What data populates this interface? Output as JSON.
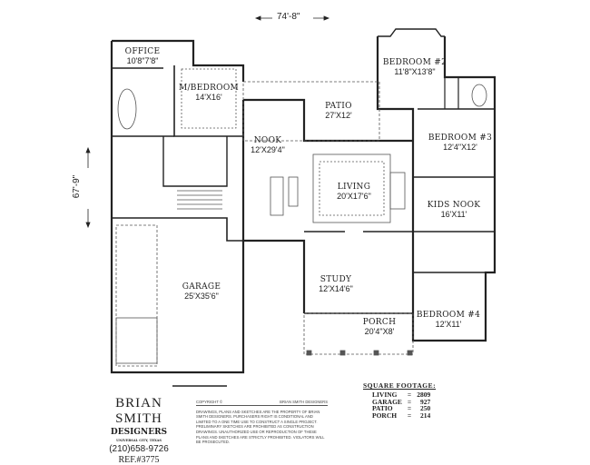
{
  "dimensions": {
    "width": "74'-8\"",
    "depth": "67'-9\""
  },
  "rooms": {
    "office": {
      "name": "OFFICE",
      "size": "10'8\"7'8\""
    },
    "master_bedroom": {
      "name": "M/BEDROOM",
      "size": "14'X16'"
    },
    "patio": {
      "name": "PATIO",
      "size": "27'X12'"
    },
    "bedroom2": {
      "name": "BEDROOM #2",
      "size": "11'8\"X13'8\""
    },
    "bedroom3": {
      "name": "BEDROOM #3",
      "size": "12'4\"X12'"
    },
    "nook": {
      "name": "NOOK",
      "size": "12'X29'4\""
    },
    "living": {
      "name": "LIVING",
      "size": "20'X17'6\""
    },
    "kids_nook": {
      "name": "KIDS NOOK",
      "size": "16'X11'"
    },
    "garage": {
      "name": "GARAGE",
      "size": "25'X35'6\""
    },
    "study": {
      "name": "STUDY",
      "size": "12'X14'6\""
    },
    "porch": {
      "name": "PORCH",
      "size": "20'4\"X8'"
    },
    "bedroom4": {
      "name": "BEDROOM #4",
      "size": "12'X11'"
    }
  },
  "designer": {
    "name": "BRIAN SMITH",
    "sub": "DESIGNERS",
    "location": "UNIVERSAL CITY, TEXAS",
    "phone": "(210)658-9726",
    "ref": "REF.#3775"
  },
  "copyright": {
    "label": "COPYRIGHT ©",
    "owner": "BRIAN SMITH DESIGNERS",
    "text": "DRAWINGS, PLANS AND SKETCHES ARE THE PROPERTY OF BRIAN SMITH DESIGNERS. PURCHASERS RIGHT IS CONDITIONAL AND LIMITED TO A ONE TIME USE TO CONSTRUCT A SINGLE PROJECT. PRELIMINARY SKETCHES ARE PROHIBITED AS CONSTRUCTION DRAWINGS. UNAUTHORIZED USE OR REPRODUCTION OF THESE PLANS AND SKETCHES ARE STRICTLY PROHIBITED. VIOLATORS WILL BE PROSECUTED."
  },
  "square_footage": {
    "title": "SQUARE FOOTAGE:",
    "rows": [
      {
        "label": "LIVING",
        "value": "2809"
      },
      {
        "label": "GARAGE",
        "value": "927"
      },
      {
        "label": "PATIO",
        "value": "250"
      },
      {
        "label": "PORCH",
        "value": "214"
      }
    ]
  }
}
